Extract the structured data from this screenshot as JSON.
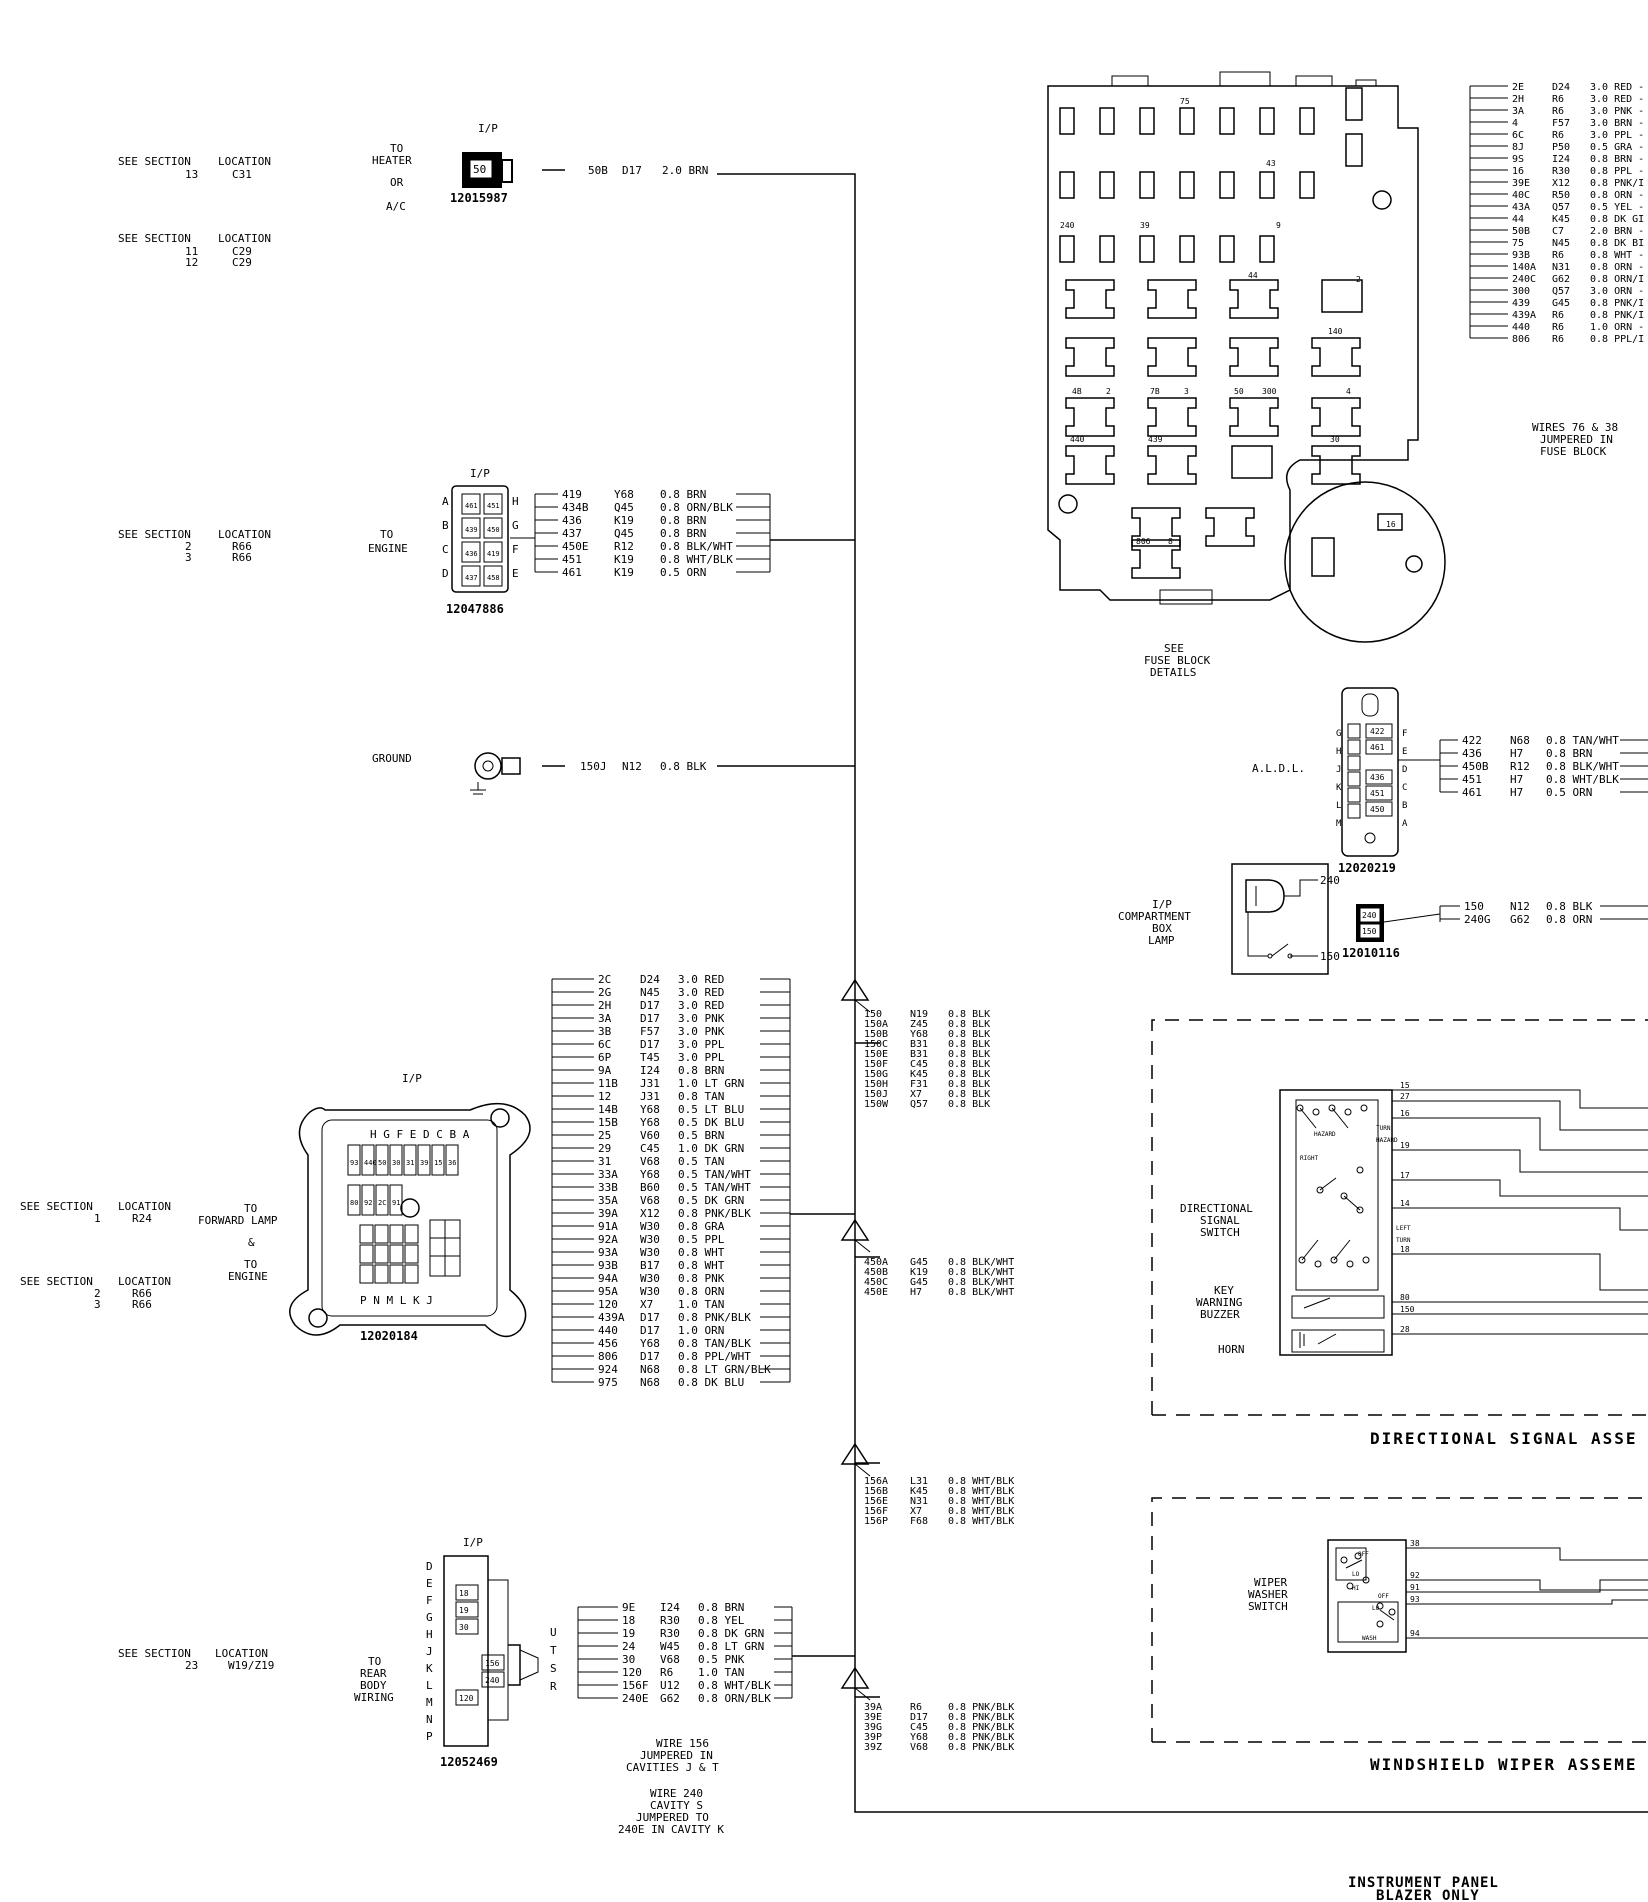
{
  "see_refs": [
    {
      "label": "SEE SECTION",
      "loc_label": "LOCATION",
      "rows": [
        {
          "section": "13",
          "location": "C31"
        }
      ]
    },
    {
      "label": "SEE SECTION",
      "loc_label": "LOCATION",
      "rows": [
        {
          "section": "11",
          "location": "C29"
        },
        {
          "section": "12",
          "location": "C29"
        }
      ]
    },
    {
      "label": "SEE SECTION",
      "loc_label": "LOCATION",
      "rows": [
        {
          "section": "2",
          "location": "R66"
        },
        {
          "section": "3",
          "location": "R66"
        }
      ]
    },
    {
      "label": "SEE SECTION",
      "loc_label": "LOCATION",
      "rows": [
        {
          "section": "1",
          "location": "R24"
        }
      ]
    },
    {
      "label": "SEE SECTION",
      "loc_label": "LOCATION",
      "rows": [
        {
          "section": "2",
          "location": "R66"
        },
        {
          "section": "3",
          "location": "R66"
        }
      ]
    },
    {
      "label": "SEE SECTION",
      "loc_label": "LOCATION",
      "rows": [
        {
          "section": "23",
          "location": "W19/Z19"
        }
      ]
    }
  ],
  "heater": {
    "ip": "I/P",
    "dest": [
      "TO",
      "HEATER",
      "OR",
      "A/C"
    ],
    "part": "12015987",
    "cavity": "50",
    "wire": {
      "circuit": "50B",
      "id": "D17",
      "spec": "2.0 BRN"
    }
  },
  "engine": {
    "ip": "I/P",
    "dest": [
      "TO",
      "ENGINE"
    ],
    "part": "12047886",
    "pins_left": [
      "A",
      "B",
      "C",
      "D"
    ],
    "pins_right": [
      "H",
      "G",
      "F",
      "E"
    ],
    "cavities": [
      "461",
      "439",
      "436",
      "437",
      "451",
      "450",
      "419",
      "458"
    ],
    "wires": [
      {
        "circuit": "419",
        "id": "Y68",
        "spec": "0.8 BRN"
      },
      {
        "circuit": "434B",
        "id": "Q45",
        "spec": "0.8 ORN/BLK"
      },
      {
        "circuit": "436",
        "id": "K19",
        "spec": "0.8 BRN"
      },
      {
        "circuit": "437",
        "id": "Q45",
        "spec": "0.8 BRN"
      },
      {
        "circuit": "450E",
        "id": "R12",
        "spec": "0.8 BLK/WHT"
      },
      {
        "circuit": "451",
        "id": "K19",
        "spec": "0.8 WHT/BLK"
      },
      {
        "circuit": "461",
        "id": "K19",
        "spec": "0.5 ORN"
      }
    ]
  },
  "ground": {
    "label": "GROUND",
    "wire": {
      "circuit": "150J",
      "id": "N12",
      "spec": "0.8 BLK"
    }
  },
  "forward": {
    "ip": "I/P",
    "dest_a": [
      "TO",
      "FORWARD LAMP",
      "&"
    ],
    "dest_b": [
      "TO",
      "ENGINE"
    ],
    "part": "12020184",
    "top_letters": "H G F E D C B A",
    "bottom_letters": "P N M L   K J",
    "cavities": [
      "93",
      "440",
      "50",
      "30",
      "31",
      "39",
      "15",
      "36",
      "80",
      "92",
      "2C",
      "91"
    ],
    "wires": [
      {
        "circuit": "2C",
        "id": "D24",
        "spec": "3.0 RED"
      },
      {
        "circuit": "2G",
        "id": "N45",
        "spec": "3.0 RED"
      },
      {
        "circuit": "2H",
        "id": "D17",
        "spec": "3.0 RED"
      },
      {
        "circuit": "3A",
        "id": "D17",
        "spec": "3.0 PNK"
      },
      {
        "circuit": "3B",
        "id": "F57",
        "spec": "3.0 PNK"
      },
      {
        "circuit": "6C",
        "id": "D17",
        "spec": "3.0 PPL"
      },
      {
        "circuit": "6P",
        "id": "T45",
        "spec": "3.0 PPL"
      },
      {
        "circuit": "9A",
        "id": "I24",
        "spec": "0.8 BRN"
      },
      {
        "circuit": "11B",
        "id": "J31",
        "spec": "1.0 LT GRN"
      },
      {
        "circuit": "12",
        "id": "J31",
        "spec": "0.8 TAN"
      },
      {
        "circuit": "14B",
        "id": "Y68",
        "spec": "0.5 LT BLU"
      },
      {
        "circuit": "15B",
        "id": "Y68",
        "spec": "0.5 DK BLU"
      },
      {
        "circuit": "25",
        "id": "V60",
        "spec": "0.5 BRN"
      },
      {
        "circuit": "29",
        "id": "C45",
        "spec": "1.0 DK GRN"
      },
      {
        "circuit": "31",
        "id": "V68",
        "spec": "0.5 TAN"
      },
      {
        "circuit": "33A",
        "id": "Y68",
        "spec": "0.5 TAN/WHT"
      },
      {
        "circuit": "33B",
        "id": "B60",
        "spec": "0.5 TAN/WHT"
      },
      {
        "circuit": "35A",
        "id": "V68",
        "spec": "0.5 DK GRN"
      },
      {
        "circuit": "39A",
        "id": "X12",
        "spec": "0.8 PNK/BLK"
      },
      {
        "circuit": "91A",
        "id": "W30",
        "spec": "0.8 GRA"
      },
      {
        "circuit": "92A",
        "id": "W30",
        "spec": "0.5 PPL"
      },
      {
        "circuit": "93A",
        "id": "W30",
        "spec": "0.8 WHT"
      },
      {
        "circuit": "93B",
        "id": "B17",
        "spec": "0.8 WHT"
      },
      {
        "circuit": "94A",
        "id": "W30",
        "spec": "0.8 PNK"
      },
      {
        "circuit": "95A",
        "id": "W30",
        "spec": "0.8 ORN"
      },
      {
        "circuit": "120",
        "id": "X7",
        "spec": "1.0 TAN"
      },
      {
        "circuit": "439A",
        "id": "D17",
        "spec": "0.8 PNK/BLK"
      },
      {
        "circuit": "440",
        "id": "D17",
        "spec": "1.0 ORN"
      },
      {
        "circuit": "456",
        "id": "Y68",
        "spec": "0.8 TAN/BLK"
      },
      {
        "circuit": "806",
        "id": "D17",
        "spec": "0.8 PPL/WHT"
      },
      {
        "circuit": "924",
        "id": "N68",
        "spec": "0.8 LT GRN/BLK"
      },
      {
        "circuit": "975",
        "id": "N68",
        "spec": "0.8 DK BLU"
      }
    ]
  },
  "rear": {
    "ip": "I/P",
    "dest": [
      "TO",
      "REAR",
      "BODY",
      "WIRING"
    ],
    "part": "12052469",
    "left_letters": [
      "D",
      "E",
      "F",
      "G",
      "H",
      "J",
      "K",
      "L",
      "M",
      "N",
      "P"
    ],
    "right_letters": [
      "R",
      "S",
      "T",
      "U"
    ],
    "cavities": [
      "18",
      "19",
      "30",
      "120",
      "156",
      "240"
    ],
    "wires": [
      {
        "circuit": "9E",
        "id": "I24",
        "spec": "0.8 BRN"
      },
      {
        "circuit": "18",
        "id": "R30",
        "spec": "0.8 YEL"
      },
      {
        "circuit": "19",
        "id": "R30",
        "spec": "0.8 DK GRN"
      },
      {
        "circuit": "24",
        "id": "W45",
        "spec": "0.8 LT GRN"
      },
      {
        "circuit": "30",
        "id": "V68",
        "spec": "0.5 PNK"
      },
      {
        "circuit": "120",
        "id": "R6",
        "spec": "1.0 TAN"
      },
      {
        "circuit": "156F",
        "id": "U12",
        "spec": "0.8 WHT/BLK"
      },
      {
        "circuit": "240E",
        "id": "G62",
        "spec": "0.8 ORN/BLK"
      }
    ],
    "notes": [
      [
        "WIRE 156",
        "JUMPERED IN",
        "CAVITIES J & T"
      ],
      [
        "WIRE 240",
        "CAVITY S",
        "JUMPERED TO",
        "240E IN CAVITY K"
      ]
    ]
  },
  "splices": [
    {
      "wires": [
        {
          "circuit": "150",
          "id": "N19",
          "spec": "0.8 BLK"
        },
        {
          "circuit": "150A",
          "id": "Z45",
          "spec": "0.8 BLK"
        },
        {
          "circuit": "150B",
          "id": "Y68",
          "spec": "0.8 BLK"
        },
        {
          "circuit": "150C",
          "id": "B31",
          "spec": "0.8 BLK"
        },
        {
          "circuit": "150E",
          "id": "B31",
          "spec": "0.8 BLK"
        },
        {
          "circuit": "150F",
          "id": "C45",
          "spec": "0.8 BLK"
        },
        {
          "circuit": "150G",
          "id": "K45",
          "spec": "0.8 BLK"
        },
        {
          "circuit": "150H",
          "id": "F31",
          "spec": "0.8 BLK"
        },
        {
          "circuit": "150J",
          "id": "X7",
          "spec": "0.8 BLK"
        },
        {
          "circuit": "150W",
          "id": "Q57",
          "spec": "0.8 BLK"
        }
      ]
    },
    {
      "wires": [
        {
          "circuit": "450A",
          "id": "G45",
          "spec": "0.8 BLK/WHT"
        },
        {
          "circuit": "450B",
          "id": "K19",
          "spec": "0.8 BLK/WHT"
        },
        {
          "circuit": "450C",
          "id": "G45",
          "spec": "0.8 BLK/WHT"
        },
        {
          "circuit": "450E",
          "id": "H7",
          "spec": "0.8 BLK/WHT"
        }
      ]
    },
    {
      "wires": [
        {
          "circuit": "156A",
          "id": "L31",
          "spec": "0.8 WHT/BLK"
        },
        {
          "circuit": "156B",
          "id": "K45",
          "spec": "0.8 WHT/BLK"
        },
        {
          "circuit": "156E",
          "id": "N31",
          "spec": "0.8 WHT/BLK"
        },
        {
          "circuit": "156F",
          "id": "X7",
          "spec": "0.8 WHT/BLK"
        },
        {
          "circuit": "156P",
          "id": "F68",
          "spec": "0.8 WHT/BLK"
        }
      ]
    },
    {
      "wires": [
        {
          "circuit": "39A",
          "id": "R6",
          "spec": "0.8 PNK/BLK"
        },
        {
          "circuit": "39E",
          "id": "D17",
          "spec": "0.8 PNK/BLK"
        },
        {
          "circuit": "39G",
          "id": "C45",
          "spec": "0.8 PNK/BLK"
        },
        {
          "circuit": "39P",
          "id": "Y68",
          "spec": "0.8 PNK/BLK"
        },
        {
          "circuit": "39Z",
          "id": "V68",
          "spec": "0.8 PNK/BLK"
        }
      ]
    }
  ],
  "fuse_block": {
    "caption": [
      "SEE",
      "FUSE BLOCK",
      "DETAILS"
    ],
    "labels": [
      "75",
      "43",
      "240",
      "39",
      "9",
      "2",
      "44",
      "140",
      "4B",
      "2",
      "7B",
      "3",
      "50",
      "300",
      "4",
      "440",
      "439",
      "30",
      "806",
      "8",
      "16"
    ],
    "wires": [
      {
        "circuit": "2E",
        "id": "D24",
        "spec": "3.0 RED -"
      },
      {
        "circuit": "2H",
        "id": "R6",
        "spec": "3.0 RED -"
      },
      {
        "circuit": "3A",
        "id": "R6",
        "spec": "3.0 PNK -"
      },
      {
        "circuit": "4",
        "id": "F57",
        "spec": "3.0 BRN -"
      },
      {
        "circuit": "6C",
        "id": "R6",
        "spec": "3.0 PPL -"
      },
      {
        "circuit": "8J",
        "id": "P50",
        "spec": "0.5 GRA -"
      },
      {
        "circuit": "9S",
        "id": "I24",
        "spec": "0.8 BRN -"
      },
      {
        "circuit": "16",
        "id": "R30",
        "spec": "0.8 PPL -"
      },
      {
        "circuit": "39E",
        "id": "X12",
        "spec": "0.8 PNK/I"
      },
      {
        "circuit": "40C",
        "id": "R50",
        "spec": "0.8 ORN -"
      },
      {
        "circuit": "43A",
        "id": "Q57",
        "spec": "0.5 YEL -"
      },
      {
        "circuit": "44",
        "id": "K45",
        "spec": "0.8 DK GI"
      },
      {
        "circuit": "50B",
        "id": "C7",
        "spec": "2.0 BRN -"
      },
      {
        "circuit": "75",
        "id": "N45",
        "spec": "0.8 DK BI"
      },
      {
        "circuit": "93B",
        "id": "R6",
        "spec": "0.8 WHT -"
      },
      {
        "circuit": "140A",
        "id": "N31",
        "spec": "0.8 ORN -"
      },
      {
        "circuit": "240C",
        "id": "G62",
        "spec": "0.8 ORN/I"
      },
      {
        "circuit": "300",
        "id": "Q57",
        "spec": "3.0 ORN -"
      },
      {
        "circuit": "439",
        "id": "G45",
        "spec": "0.8 PNK/I"
      },
      {
        "circuit": "439A",
        "id": "R6",
        "spec": "0.8 PNK/I"
      },
      {
        "circuit": "440",
        "id": "R6",
        "spec": "1.0 ORN -"
      },
      {
        "circuit": "806",
        "id": "R6",
        "spec": "0.8 PPL/I"
      }
    ],
    "note": [
      "WIRES 76 & 38",
      "JUMPERED IN",
      "FUSE BLOCK"
    ]
  },
  "aldl": {
    "label": "A.L.D.L.",
    "part": "12020219",
    "left_letters": [
      "H",
      "J",
      "K",
      "L",
      "M"
    ],
    "mid_letters": [
      "G",
      "H",
      "J",
      "K",
      "L",
      "M"
    ],
    "right_letters": [
      "F",
      "E",
      "D",
      "C",
      "B",
      "A"
    ],
    "cavities": [
      "422",
      "461",
      "436",
      "451",
      "450"
    ],
    "wires": [
      {
        "circuit": "422",
        "id": "N68",
        "spec": "0.8 TAN/WHT"
      },
      {
        "circuit": "436",
        "id": "H7",
        "spec": "0.8 BRN"
      },
      {
        "circuit": "450B",
        "id": "R12",
        "spec": "0.8 BLK/WHT"
      },
      {
        "circuit": "451",
        "id": "H7",
        "spec": "0.8 WHT/BLK"
      },
      {
        "circuit": "461",
        "id": "H7",
        "spec": "0.5 ORN"
      }
    ]
  },
  "comp_lamp": {
    "label": [
      "I/P",
      "COMPARTMENT",
      "BOX",
      "LAMP"
    ],
    "part": "12010116",
    "pin_top": "240",
    "pin_bottom": "150",
    "cavities": [
      "240",
      "150"
    ],
    "wires": [
      {
        "circuit": "150",
        "id": "N12",
        "spec": "0.8 BLK"
      },
      {
        "circuit": "240G",
        "id": "G62",
        "spec": "0.8 ORN"
      }
    ]
  },
  "dir_switch": {
    "title": "DIRECTIONAL SIGNAL ASSE",
    "labels": {
      "switch": [
        "DIRECTIONAL",
        "SIGNAL",
        "SWITCH"
      ],
      "buzzer": [
        "KEY",
        "WARNING",
        "BUZZER"
      ],
      "horn": "HORN"
    },
    "inner": [
      "HAZARD",
      "RIGHT",
      "TURN",
      "HAZARD",
      "LEFT",
      "TURN"
    ],
    "wires": [
      "15",
      "27",
      "16",
      "19",
      "17",
      "14",
      "18",
      "80",
      "150",
      "28"
    ]
  },
  "wiper_switch": {
    "title": "WINDSHIELD WIPER ASSEME",
    "label": [
      "WIPER",
      "WASHER",
      "SWITCH"
    ],
    "inner": [
      "OFF",
      "LO",
      "HI",
      "OFF",
      "LO",
      "WASH"
    ],
    "wires": [
      "38",
      "92",
      "91",
      "93",
      "94"
    ]
  },
  "footer": [
    "INSTRUMENT PANEL",
    "BLAZER ONLY"
  ]
}
